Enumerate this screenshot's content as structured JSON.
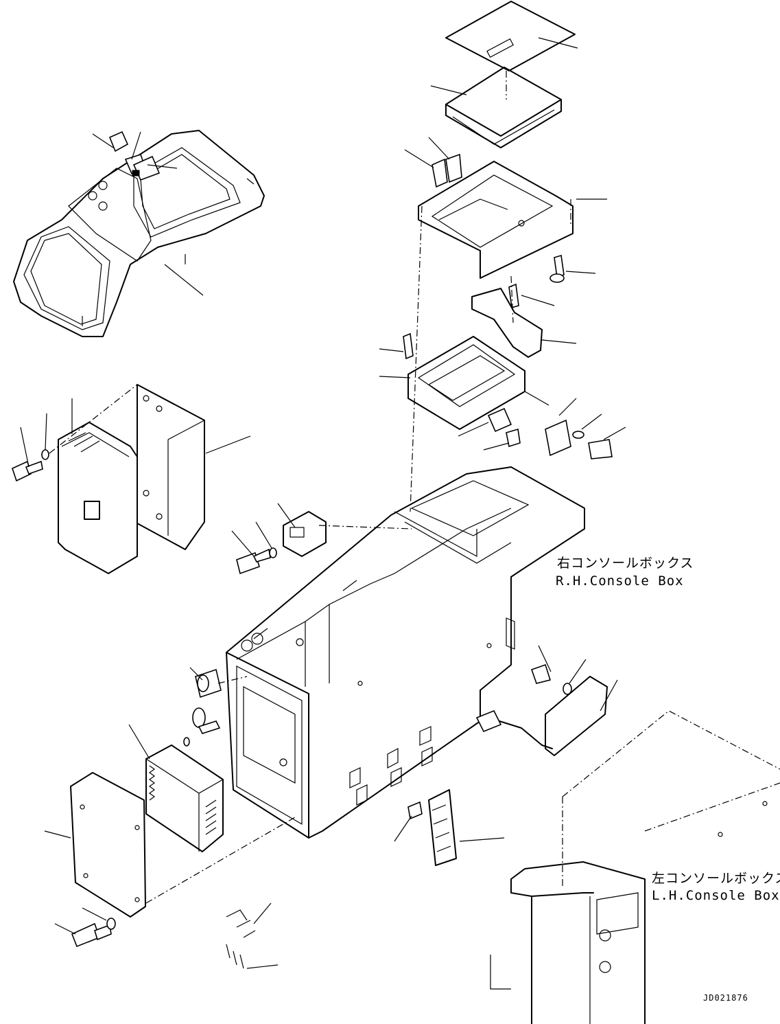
{
  "drawing": {
    "labels": {
      "rh_console_jp": "右コンソールボックス",
      "rh_console_en": "R.H.Console Box",
      "lh_console_jp": "左コンソールボックス",
      "lh_console_en": "L.H.Console Box",
      "drawing_code": "JD021876"
    },
    "line_color": "#000000",
    "background_color": "#ffffff"
  }
}
